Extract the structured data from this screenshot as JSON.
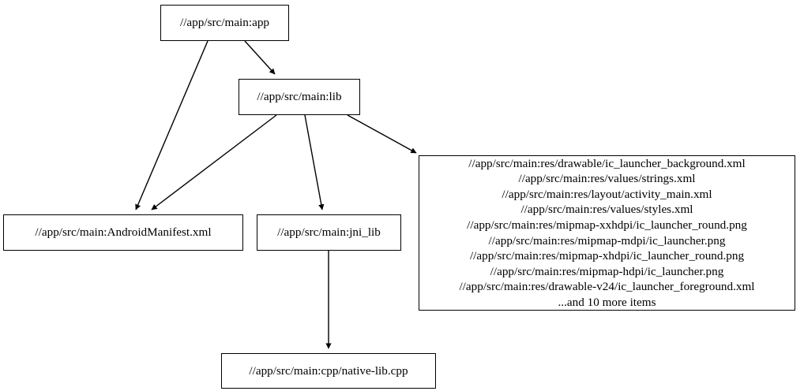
{
  "graph": {
    "title": "dependency-graph",
    "background_color": "#ffffff",
    "node_border_color": "#000000",
    "node_fill_color": "#ffffff",
    "edge_color": "#000000",
    "text_color": "#000000",
    "nodes": [
      {
        "id": "app",
        "label": "//app/src/main:app"
      },
      {
        "id": "lib",
        "label": "//app/src/main:lib"
      },
      {
        "id": "manifest",
        "label": "//app/src/main:AndroidManifest.xml"
      },
      {
        "id": "jni_lib",
        "label": "//app/src/main:jni_lib"
      },
      {
        "id": "resources",
        "label": "//app/src/main:res/drawable/ic_launcher_background.xml\n//app/src/main:res/values/strings.xml\n//app/src/main:res/layout/activity_main.xml\n//app/src/main:res/values/styles.xml\n//app/src/main:res/mipmap-xxhdpi/ic_launcher_round.png\n//app/src/main:res/mipmap-mdpi/ic_launcher.png\n//app/src/main:res/mipmap-xhdpi/ic_launcher_round.png\n//app/src/main:res/mipmap-hdpi/ic_launcher.png\n//app/src/main:res/drawable-v24/ic_launcher_foreground.xml\n...and 10 more items",
        "lines": [
          "//app/src/main:res/drawable/ic_launcher_background.xml",
          "//app/src/main:res/values/strings.xml",
          "//app/src/main:res/layout/activity_main.xml",
          "//app/src/main:res/values/styles.xml",
          "//app/src/main:res/mipmap-xxhdpi/ic_launcher_round.png",
          "//app/src/main:res/mipmap-mdpi/ic_launcher.png",
          "//app/src/main:res/mipmap-xhdpi/ic_launcher_round.png",
          "//app/src/main:res/mipmap-hdpi/ic_launcher.png",
          "//app/src/main:res/drawable-v24/ic_launcher_foreground.xml",
          "...and 10 more items"
        ]
      },
      {
        "id": "native_lib",
        "label": "//app/src/main:cpp/native-lib.cpp"
      }
    ],
    "edges": [
      {
        "id": "app-to-manifest",
        "from": "app",
        "to": "manifest",
        "directed": true
      },
      {
        "id": "app-to-lib",
        "from": "app",
        "to": "lib",
        "directed": true
      },
      {
        "id": "lib-to-manifest",
        "from": "lib",
        "to": "manifest",
        "directed": true
      },
      {
        "id": "lib-to-jni-lib",
        "from": "lib",
        "to": "jni_lib",
        "directed": true
      },
      {
        "id": "lib-to-resources",
        "from": "lib",
        "to": "resources",
        "directed": true
      },
      {
        "id": "jni-lib-to-native-lib",
        "from": "jni_lib",
        "to": "native_lib",
        "directed": true
      }
    ]
  }
}
